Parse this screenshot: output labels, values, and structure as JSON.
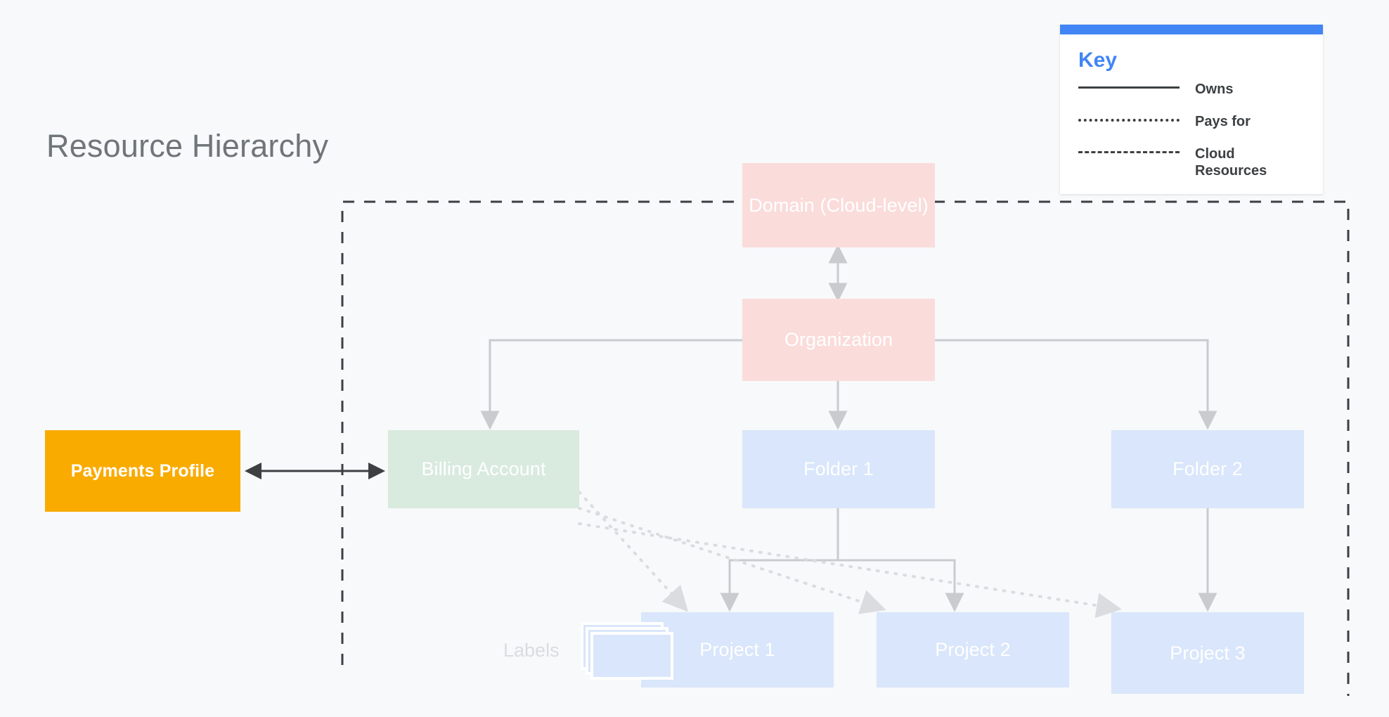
{
  "page": {
    "title": "Resource Hierarchy",
    "background_color": "#F7F9FA",
    "title_color": "#70757A"
  },
  "key": {
    "title": "Key",
    "accent_color": "#4285F4",
    "items": [
      {
        "style": "solid",
        "label": "Owns"
      },
      {
        "style": "dotted",
        "label": "Pays for"
      },
      {
        "style": "dashed",
        "label": "Cloud Resources"
      }
    ]
  },
  "nodes": {
    "domain": {
      "label": "Domain (Cloud-level)",
      "color": "#FADCDB"
    },
    "organization": {
      "label": "Organization",
      "color": "#FADCDB"
    },
    "billing_account": {
      "label": "Billing Account",
      "color": "#D9EADF"
    },
    "folder1": {
      "label": "Folder 1",
      "color": "#D9E6FB"
    },
    "folder2": {
      "label": "Folder 2",
      "color": "#D9E6FB"
    },
    "project1": {
      "label": "Project 1",
      "color": "#D9E6FB"
    },
    "project2": {
      "label": "Project 2",
      "color": "#D9E6FB"
    },
    "project3": {
      "label": "Project 3",
      "color": "#D9E6FB"
    },
    "payments_profile": {
      "label": "Payments Profile",
      "color": "#F9AB00"
    }
  },
  "annotations": {
    "labels_caption": "Labels"
  },
  "edges": {
    "owns_color": "#C9CCCF",
    "pays_for_color": "#DADCE0",
    "cloud_boundary_color": "#3C4043",
    "payments_link_color": "#3C4043"
  }
}
